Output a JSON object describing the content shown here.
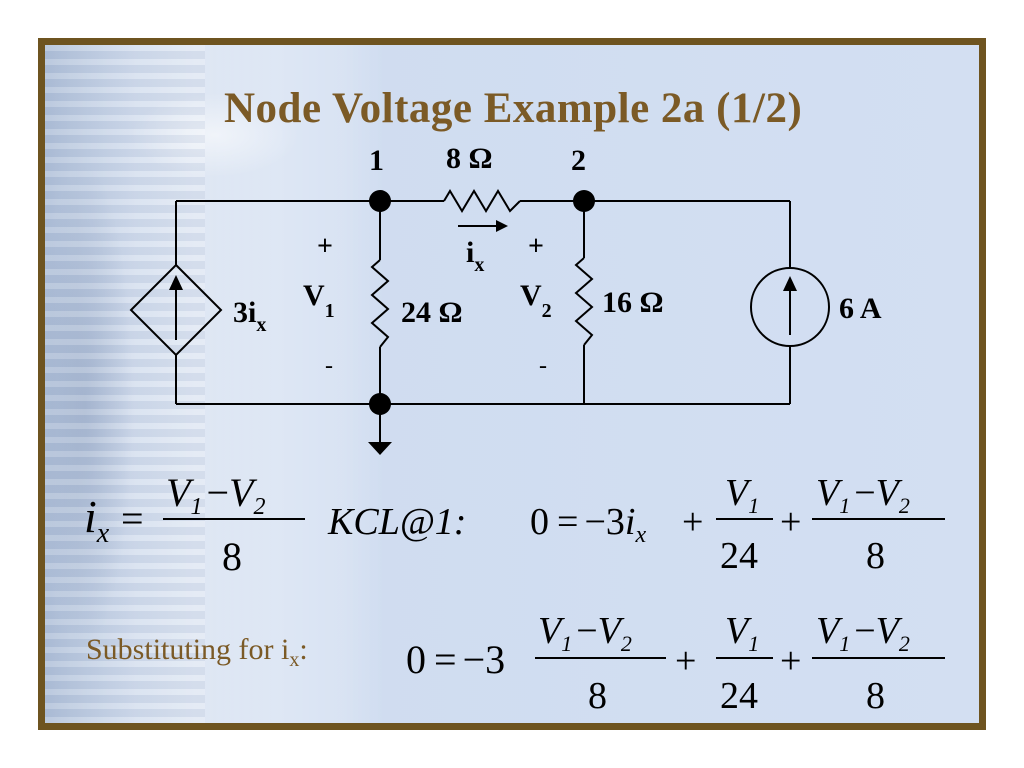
{
  "slide": {
    "title": "Node Voltage Example 2a (1/2)"
  },
  "circuit": {
    "node1_label": "1",
    "node2_label": "2",
    "resistor_series": "8 Ω",
    "resistor_node1": "24 Ω",
    "resistor_node2": "16 Ω",
    "dependent_source_label": "3i",
    "dependent_source_sub": "x",
    "current_source_label": "6 A",
    "current_label": "i",
    "current_label_sub": "x",
    "v1_label": "V",
    "v1_sub": "1",
    "v2_label": "V",
    "v2_sub": "2",
    "plus": "+",
    "minus": "-"
  },
  "equations": {
    "ix_lhs": "i",
    "ix_lhs_sub": "x",
    "equals": "=",
    "V": "V",
    "sub1": "1",
    "sub2": "2",
    "minus": "−",
    "plus": "+",
    "denom_8": "8",
    "denom_24": "24",
    "kcl_prefix": "KCL@1:",
    "zero": "0",
    "minus3": "−3",
    "i": "i",
    "x": "x",
    "substituting_prefix": "Substituting for i",
    "substituting_sub": "x",
    "substituting_colon": ":"
  },
  "colors": {
    "title": "#7b5a26",
    "frame": "#6e5420",
    "substituting_text": "#7b5a26"
  }
}
